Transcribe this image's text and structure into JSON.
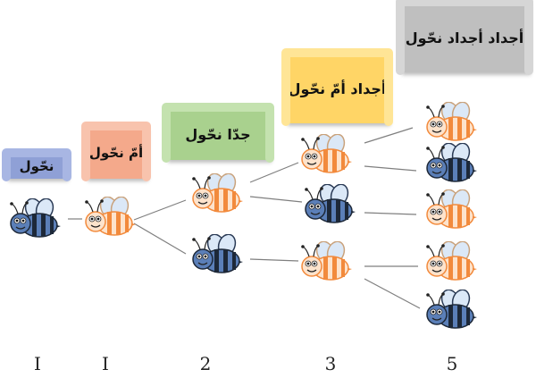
{
  "generations": [
    {
      "label": "نحّول",
      "count": "I",
      "color": "#8fa0d6"
    },
    {
      "label": "أمّ نحّول",
      "count": "I",
      "color": "#f4a98b"
    },
    {
      "label": "جدّا نحّول",
      "count": "2",
      "color": "#a9d18e"
    },
    {
      "label": "أجداد أمّ نحّول",
      "count": "3",
      "color": "#ffd566"
    },
    {
      "label": "أجداد أجداد نحّول",
      "count": "5",
      "color": "#bfbfbf"
    }
  ],
  "bees": [
    {
      "id": "b1",
      "type": "male"
    },
    {
      "id": "b2",
      "type": "female"
    },
    {
      "id": "b3a",
      "type": "female"
    },
    {
      "id": "b3b",
      "type": "male"
    },
    {
      "id": "b4a",
      "type": "female"
    },
    {
      "id": "b4b",
      "type": "male"
    },
    {
      "id": "b4c",
      "type": "female"
    },
    {
      "id": "b5a",
      "type": "female"
    },
    {
      "id": "b5b",
      "type": "male"
    },
    {
      "id": "b5c",
      "type": "female"
    },
    {
      "id": "b5d",
      "type": "female"
    },
    {
      "id": "b5e",
      "type": "male"
    }
  ],
  "colors": {
    "female_stripe": "#f28a3c",
    "female_body": "#fde3cc",
    "male_body": "#5b7fb8",
    "male_stripe": "#1d2838",
    "wing": "#dbe8f7",
    "line": "#7f7f7f"
  },
  "icons": {
    "female": "orange-bee-icon",
    "male": "blue-bee-icon"
  }
}
